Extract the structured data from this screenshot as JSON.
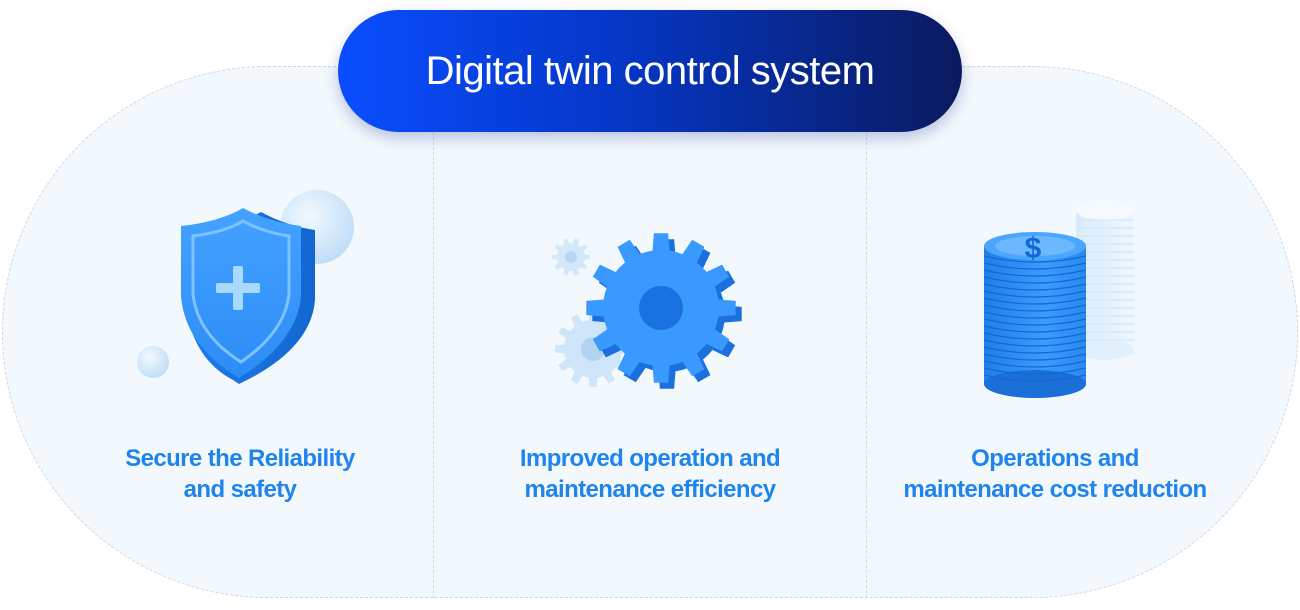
{
  "title": "Digital twin control system",
  "cards": [
    {
      "icon": "shield-plus-icon",
      "label_line1": "Secure the Reliability",
      "label_line2": "and safety"
    },
    {
      "icon": "gears-icon",
      "label_line1": "Improved operation and",
      "label_line2": "maintenance efficiency"
    },
    {
      "icon": "coin-stack-icon",
      "label_line1": "Operations and",
      "label_line2": "maintenance cost reduction",
      "symbol": "$"
    }
  ],
  "colors": {
    "accent": "#1f84ec",
    "pill_start": "#0a4dff",
    "pill_end": "#0a1a5e",
    "panel": "#f3f8fd"
  }
}
